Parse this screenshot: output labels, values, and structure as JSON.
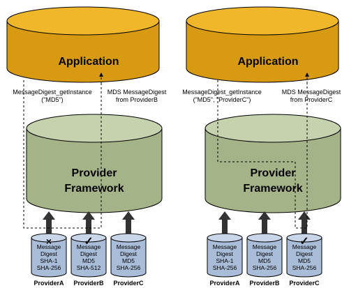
{
  "colors": {
    "app_body": "#d89a10",
    "app_top": "#f0b72a",
    "framework_body": "#a5b488",
    "framework_top": "#c6d1ae",
    "provider_body": "#a9bcd8",
    "provider_top": "#c9d6ea",
    "arrow": "#333333",
    "path": "#000000"
  },
  "panels": [
    {
      "application_label": "Application",
      "framework_label_line1": "Provider",
      "framework_label_line2": "Framework",
      "call_label_line1": "MessageDigest_getInstance",
      "call_label_line2": "(\"MD5\")",
      "return_label_line1": "MDS MessageDigest",
      "return_label_line2": "from ProviderB",
      "providers": [
        {
          "name": "ProviderA",
          "lines": [
            "Message",
            "Digest",
            "SHA-1",
            "SHA-256"
          ],
          "mark": "×"
        },
        {
          "name": "ProviderB",
          "lines": [
            "Message",
            "Digest",
            "MD5",
            "SHA-512"
          ],
          "mark": "✓"
        },
        {
          "name": "ProviderC",
          "lines": [
            "Message",
            "Digest",
            "MD5",
            "SHA-256"
          ],
          "mark": ""
        }
      ]
    },
    {
      "application_label": "Application",
      "framework_label_line1": "Provider",
      "framework_label_line2": "Framework",
      "call_label_line1": "MessageDigest_getInstance",
      "call_label_line2": "(\"MD5\", \"ProviderC\")",
      "return_label_line1": "MDS MessageDigest",
      "return_label_line2": "from ProviderC",
      "providers": [
        {
          "name": "ProviderA",
          "lines": [
            "Message",
            "Digest",
            "SHA-1",
            "SHA-256"
          ],
          "mark": ""
        },
        {
          "name": "ProviderB",
          "lines": [
            "Message",
            "Digest",
            "MD5",
            "SHA-256"
          ],
          "mark": ""
        },
        {
          "name": "ProviderC",
          "lines": [
            "Message",
            "Digest",
            "MD5",
            "SHA-256"
          ],
          "mark": "✓"
        }
      ]
    }
  ]
}
